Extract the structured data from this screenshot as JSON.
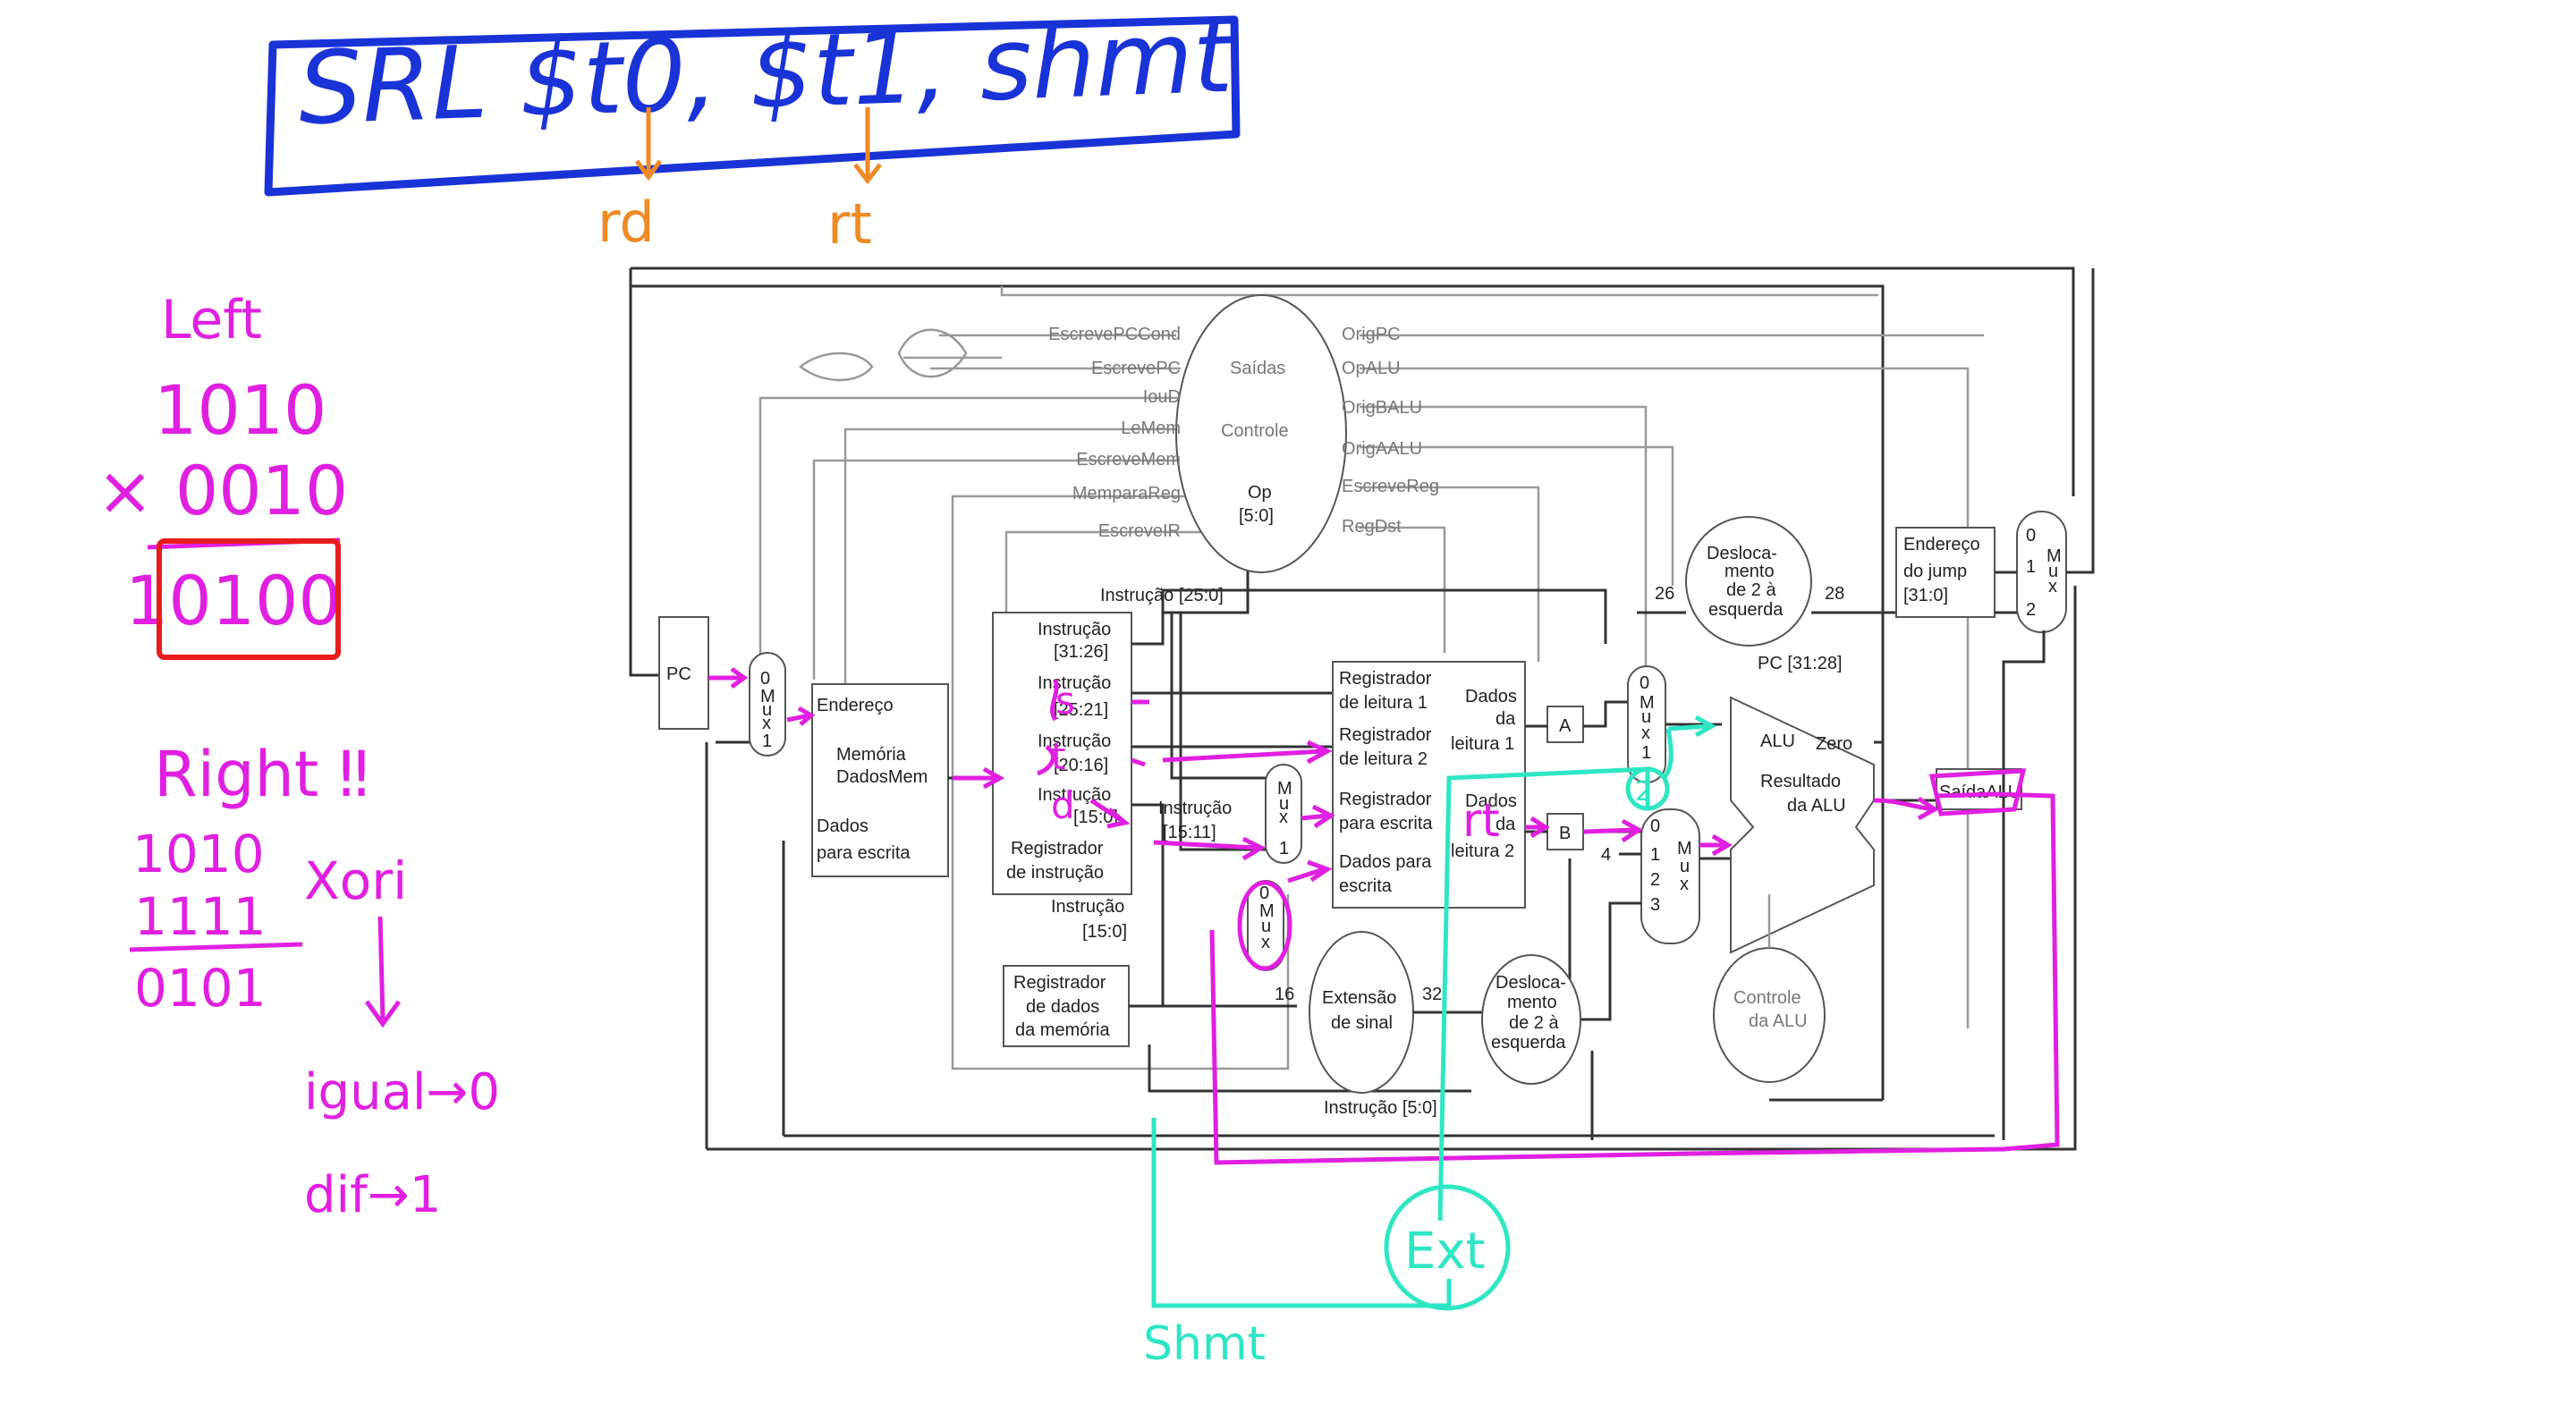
{
  "instruction": {
    "title": "SRL $t0, $t1, shmt",
    "arrow_rd": "rd",
    "arrow_rt": "rt"
  },
  "notes": {
    "left_label": "Left",
    "left_lines": [
      "1010",
      "× 0010",
      "10100"
    ],
    "right_label": "Right ‼",
    "right_lines": [
      "1010",
      "1111",
      "0101"
    ],
    "xori": "Xori",
    "igual": "igual→0",
    "dif": "dif→1"
  },
  "annotations": {
    "s": "s",
    "t": "t",
    "d": "d",
    "rt": "rt",
    "two": "2",
    "ext": "Ext",
    "shmt": "Shmt"
  },
  "control": {
    "title": "Controle",
    "saidas": "Saídas",
    "op": "Op",
    "op_bits": "[5:0]",
    "left_signals": [
      "EscrevePCCond",
      "EscrevePC",
      "IouD",
      "LeMem",
      "EscreveMem",
      "MemparaReg",
      "EscreveIR"
    ],
    "right_signals": [
      "OrigPC",
      "OpALU",
      "OrigBALU",
      "OrigAALU",
      "EscreveReg",
      "RegDst"
    ]
  },
  "datapath": {
    "pc": "PC",
    "mux": "M\nu\nx",
    "mem_endereco": "Endereço",
    "mem_memoria": "Memória",
    "mem_dados_mem": "DadosMem",
    "mem_dados": "Dados",
    "mem_para_escrita": "para escrita",
    "ir_fields": [
      "Instrução",
      "[31:26]",
      "Instrução",
      "[25:21]",
      "Instrução",
      "[20:16]",
      "Instrução",
      "[15:0]"
    ],
    "ir_label": [
      "Registrador",
      "de instrução"
    ],
    "instr_15_0": [
      "Instrução",
      "[15:0]"
    ],
    "instr_15_11": [
      "Instrução",
      "[15:11]"
    ],
    "instr_25_0": "Instrução [25:0]",
    "mdr_label": [
      "Registrador",
      "de dados",
      "da memória"
    ],
    "regs": [
      "Registrador",
      "de leitura 1",
      "Registrador",
      "de leitura 2",
      "Registrador",
      "para escrita",
      "Dados para",
      "escrita"
    ],
    "regs_dados1": [
      "Dados",
      "da",
      "leitura 1"
    ],
    "regs_dados2": [
      "Dados",
      "da",
      "leitura 2"
    ],
    "reg_a": "A",
    "reg_b": "B",
    "sign_ext": [
      "Extensão",
      "de sinal"
    ],
    "shift2a": [
      "Desloca-",
      "mento",
      "de 2 à",
      "esquerda"
    ],
    "shift2b": [
      "Desloca-",
      "mento",
      "de 2 à",
      "esquerda"
    ],
    "alu": "ALU",
    "zero": "Zero",
    "alu_result": [
      "Resultado",
      "da ALU"
    ],
    "saida_alu": "SaídaALU",
    "alu_control": [
      "Controle",
      "da ALU"
    ],
    "jump_addr": [
      "Endereço",
      "do jump",
      "[31:0]"
    ],
    "pc_31_28": "PC [31:28]",
    "instr_5_0": "Instrução [5:0]",
    "num_26": "26",
    "num_28": "28",
    "num_16": "16",
    "num_32": "32",
    "num_4": "4",
    "mux_a_inputs": [
      "0",
      "1",
      "2"
    ],
    "mux_b_inputs": [
      "0",
      "1",
      "2",
      "3"
    ],
    "mux_pc_inputs": [
      "0",
      "1",
      "2"
    ],
    "mux_small_inputs": [
      "0",
      "1"
    ]
  },
  "colors": {
    "blue": "#1a33d6",
    "orange": "#f08a24",
    "magenta": "#e020e0",
    "red": "#e81c1c",
    "cyan": "#2ee6c4"
  }
}
